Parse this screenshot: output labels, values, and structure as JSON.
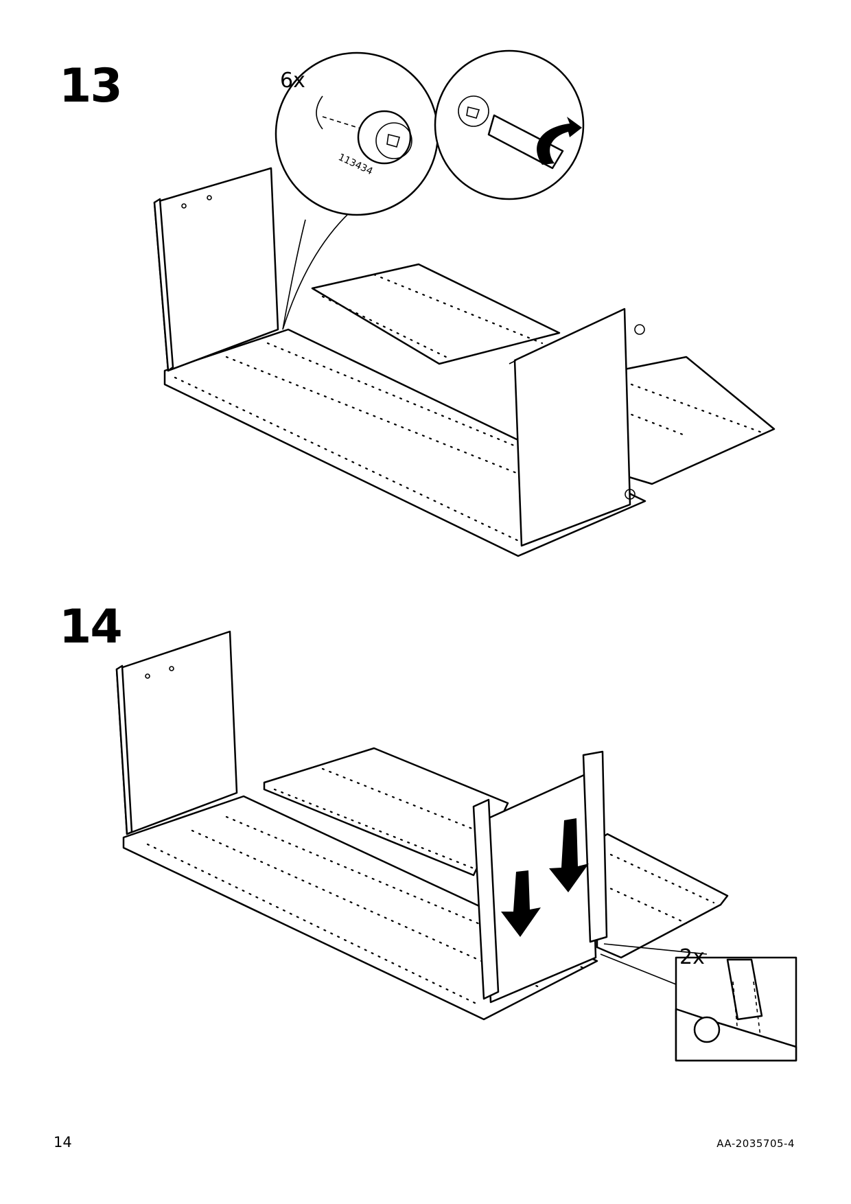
{
  "steps": [
    {
      "number": "13",
      "quantity_label": "6x",
      "part_number": "113434",
      "tool": "flat-screwdriver-icon",
      "action": "rotate-clockwise-icon"
    },
    {
      "number": "14",
      "quantity_label": "2x",
      "action": "push-down-arrow-icon"
    }
  ],
  "footer": {
    "page_number": "14",
    "doc_code": "AA-2035705-4"
  }
}
